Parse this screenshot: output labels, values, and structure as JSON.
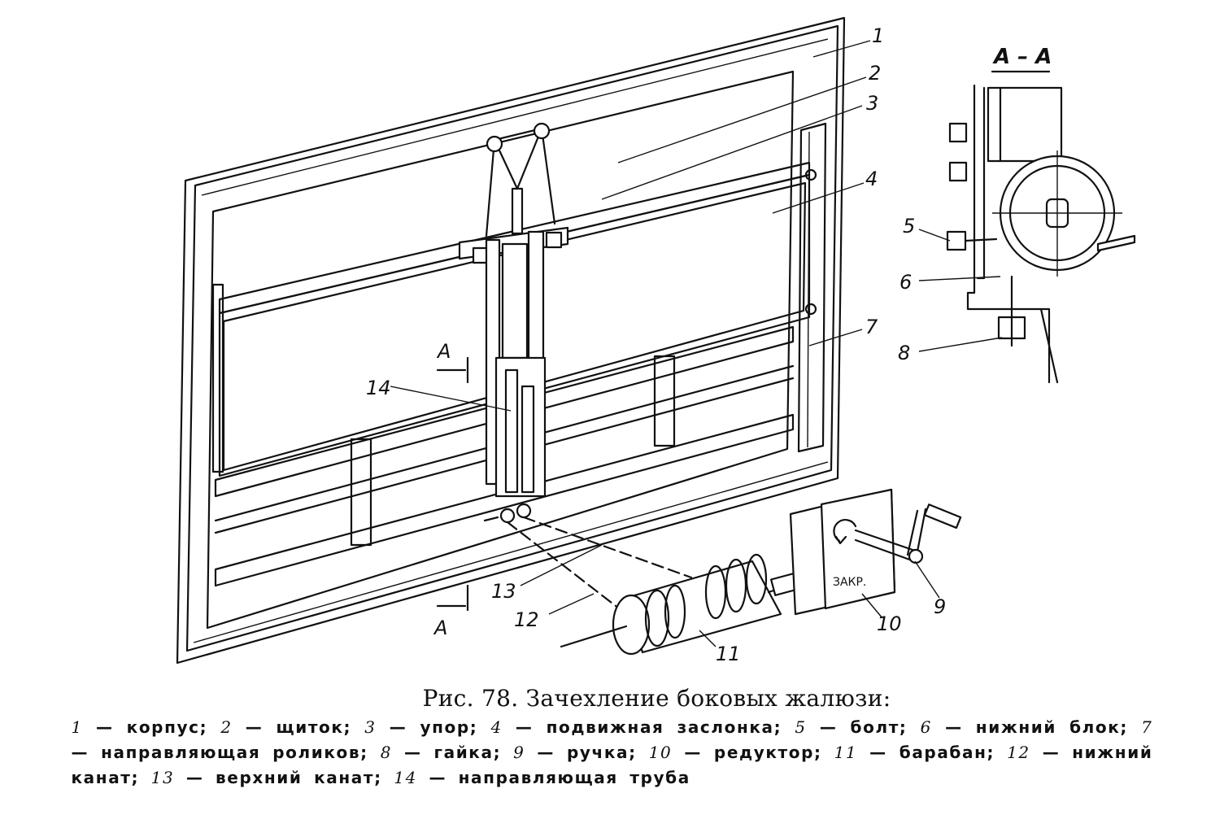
{
  "figure": {
    "callouts": [
      "1",
      "2",
      "3",
      "4",
      "5",
      "6",
      "7",
      "8",
      "9",
      "10",
      "11",
      "12",
      "13",
      "14"
    ],
    "section_marks": [
      "A",
      "A"
    ],
    "section_title": "A – A",
    "reducer_plate": "ЗАКР."
  },
  "caption": {
    "title": "Рис. 78. Зачехление боковых жалюзи:",
    "legend": [
      {
        "num": "1",
        "text": "корпус"
      },
      {
        "num": "2",
        "text": "щиток"
      },
      {
        "num": "3",
        "text": "упор"
      },
      {
        "num": "4",
        "text": "подвижная заслонка"
      },
      {
        "num": "5",
        "text": "болт"
      },
      {
        "num": "6",
        "text": "нижний блок"
      },
      {
        "num": "7",
        "text": "направляющая роликов"
      },
      {
        "num": "8",
        "text": "гайка"
      },
      {
        "num": "9",
        "text": "ручка"
      },
      {
        "num": "10",
        "text": "редуктор"
      },
      {
        "num": "11",
        "text": "барабан"
      },
      {
        "num": "12",
        "text": "нижний канат"
      },
      {
        "num": "13",
        "text": "верхний канат"
      },
      {
        "num": "14",
        "text": "направляющая труба"
      }
    ]
  }
}
